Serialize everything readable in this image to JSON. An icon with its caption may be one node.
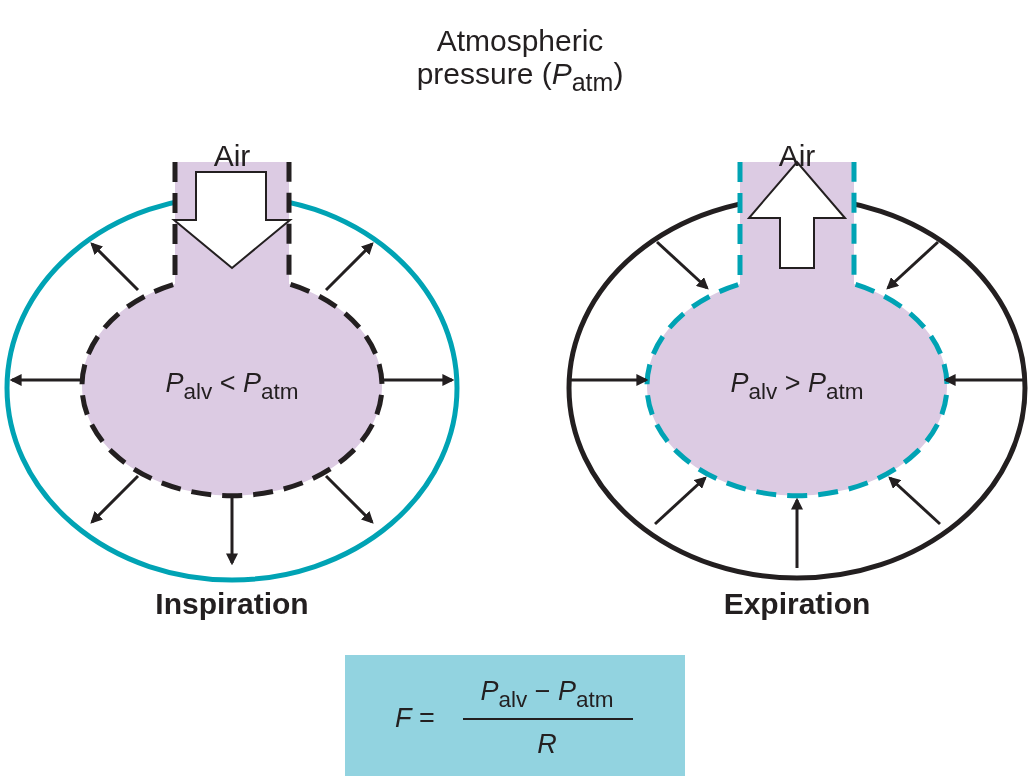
{
  "diagram": {
    "title": "Atmospheric pressure (*P*$_{atm}$)",
    "nodes": [
      {
        "text": [
          "*P*$_{alv}$ < *P*$_{atm}$"
        ]
      },
      {
        "text": [
          "*P*$_{alv}$ > *P*$_{atm}$"
        ]
      },
      {
        "text": [
          "*F* =",
          "*P*$_{alv}$ − *P*$_{atm}$",
          "*R*"
        ]
      }
    ],
    "labels": [
      "Air",
      "Air",
      "Inspiration",
      "Expiration"
    ]
  }
}
